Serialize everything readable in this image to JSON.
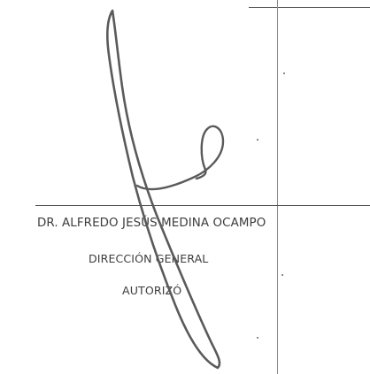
{
  "signature_block": {
    "name": "DR. ALFREDO JESÚS MEDINA OCAMPO",
    "department": "DIRECCIÓN GENERAL",
    "role": "AUTORIZÓ"
  },
  "colors": {
    "ink": "#3d3d3d",
    "rule": "#4a4a4a",
    "signature": "#5a5a5a"
  }
}
